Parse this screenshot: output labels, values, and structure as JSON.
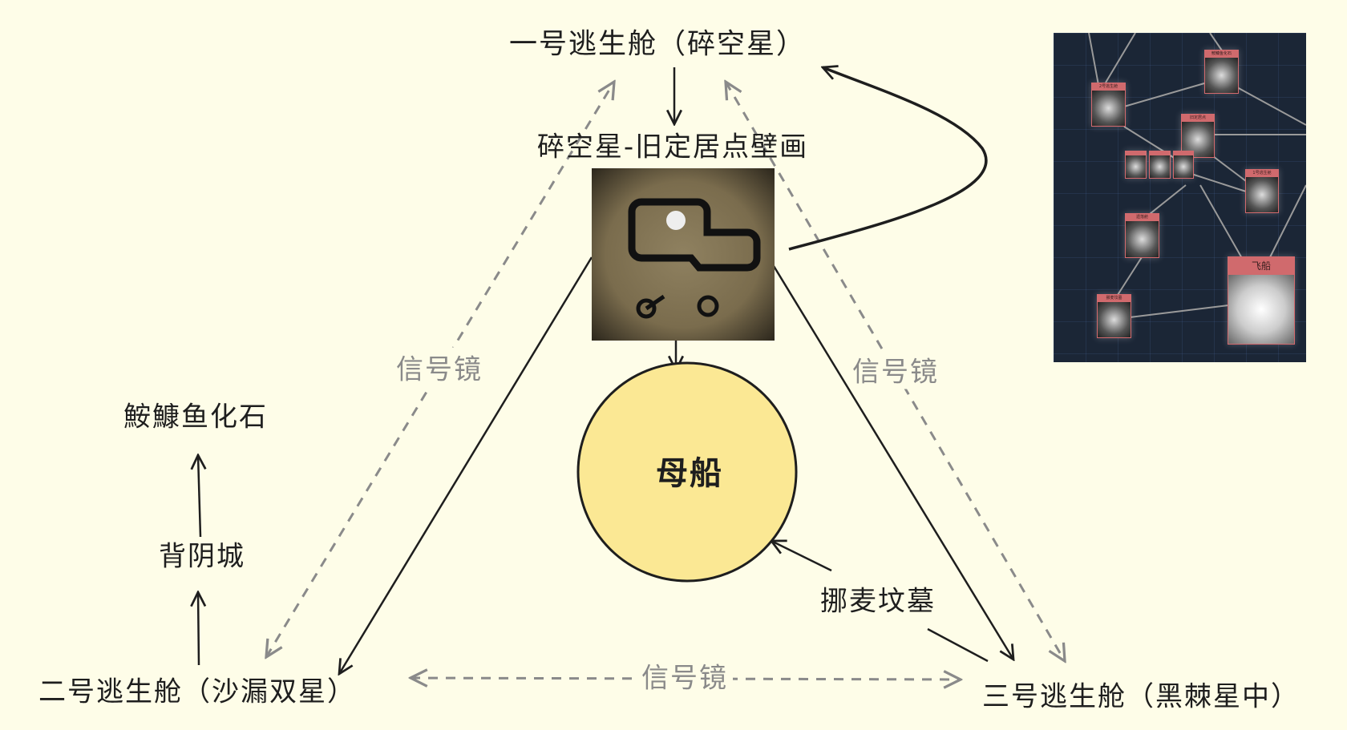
{
  "nodes": {
    "escape_pod_1": "一号逃生舱（碎空星）",
    "mural": "碎空星-旧定居点壁画",
    "mothership": "母船",
    "escape_pod_2": "二号逃生舱（沙漏双星）",
    "escape_pod_3": "三号逃生舱（黑棘星中）",
    "anglerfish_fossil": "鮟鱇鱼化石",
    "shadow_city": "背阴城",
    "nomai_grave": "挪麦坟墓"
  },
  "edges": {
    "signal_mirror_left": "信号镜",
    "signal_mirror_right": "信号镜",
    "signal_mirror_bottom": "信号镜"
  },
  "colors": {
    "background": "#fefde8",
    "mothership_fill": "#fbe894",
    "dashed": "#8a8a8a",
    "thumbnail_bg": "#1b2636",
    "thumbnail_node": "#d06a6d"
  },
  "thumbnail": {
    "nodes": [
      "鮟鱇鱼化石",
      "2号逃生舱",
      "旧定居点",
      "",
      "",
      "",
      "1号逃生舱",
      "遗落舱",
      "挪麦坟墓",
      "飞船"
    ]
  }
}
